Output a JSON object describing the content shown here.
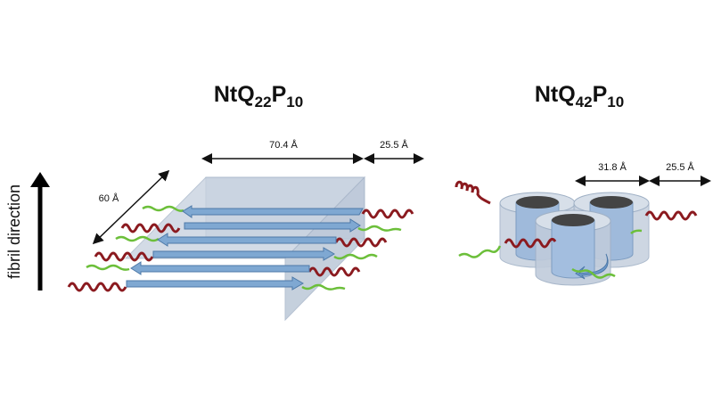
{
  "axis_label": "fibril direction",
  "left_panel": {
    "title_base": "NtQ",
    "title_sub1": "22",
    "title_mid": "P",
    "title_sub2": "10",
    "dim_width": "70.4 Å",
    "dim_tail": "25.5 Å",
    "dim_depth": "60 Å"
  },
  "right_panel": {
    "title_base": "NtQ",
    "title_sub1": "42",
    "title_mid": "P",
    "title_sub2": "10",
    "dim_width": "31.8 Å",
    "dim_tail": "25.5 Å"
  },
  "colors": {
    "strand": "#7fa8d2",
    "helix": "#8b1a1f",
    "coil": "#6cbf3a",
    "box": "#c5d0de"
  }
}
